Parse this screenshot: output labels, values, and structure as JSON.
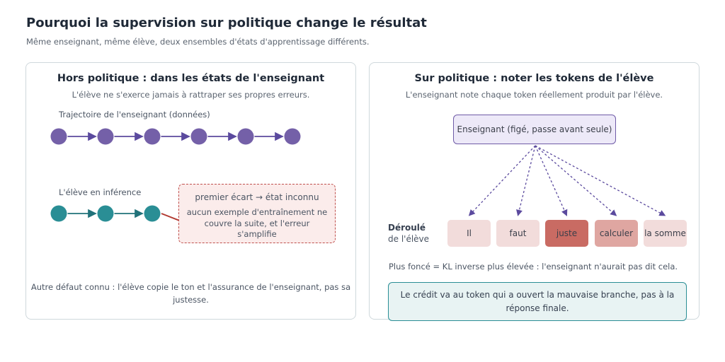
{
  "header": {
    "title": "Pourquoi la supervision sur politique change le résultat",
    "subtitle": "Même enseignant, même élève, deux ensembles d'états d'apprentissage différents."
  },
  "left_panel": {
    "title": "Hors politique : dans les états de l'enseignant",
    "subtitle": "L'élève ne s'exerce jamais à rattraper ses propres erreurs.",
    "teacher_label": "Trajectoire de l'enseignant (données)",
    "teacher_states": 6,
    "student_label": "L'élève en inférence",
    "student_states": 3,
    "gap_title": "premier écart → état inconnu",
    "gap_body": "aucun exemple d'entraînement ne couvre la suite, et l'erreur s'amplifie",
    "footer": "Autre défaut connu : l'élève copie le ton et l'assurance de l'enseignant, pas sa justesse.",
    "colors": {
      "teacher": "#7460a8",
      "student": "#2a8e95",
      "error": "#c0504d"
    }
  },
  "right_panel": {
    "title": "Sur politique : noter les tokens de l'élève",
    "subtitle": "L'enseignant note chaque token réellement produit par l'élève.",
    "teacher_box": "Enseignant (figé, passe avant seule)",
    "rollout_label_bold": "Déroulé",
    "rollout_label": "de l'élève",
    "tokens": [
      {
        "text": "Il",
        "shade": "#f2dcdb"
      },
      {
        "text": "faut",
        "shade": "#f2dcdb"
      },
      {
        "text": "juste",
        "shade": "#c96b63"
      },
      {
        "text": "calculer",
        "shade": "#dfa6a1"
      },
      {
        "text": "la somme",
        "shade": "#f2dcdb"
      }
    ],
    "legend_note": "Plus foncé = KL inverse plus élevée : l'enseignant n'aurait pas dit cela.",
    "credit_note": "Le crédit va au token qui a ouvert la mauvaise branche, pas à la réponse finale.",
    "colors": {
      "arrow": "#5b4a9e",
      "box_border": "#6f5ba7",
      "box_fill": "#ede9f8",
      "credit_border": "#2a8e95",
      "credit_fill": "#e8f3f3"
    }
  }
}
